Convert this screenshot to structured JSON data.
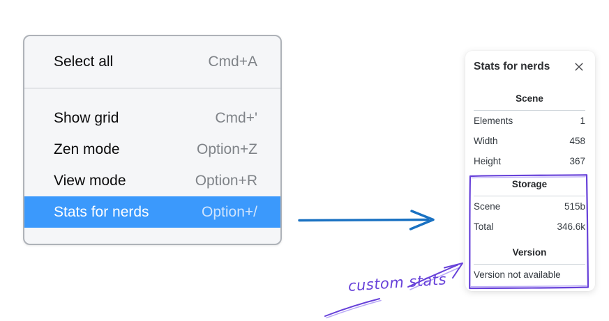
{
  "menu": {
    "select_all": {
      "label": "Select all",
      "shortcut": "Cmd+A"
    },
    "show_grid": {
      "label": "Show grid",
      "shortcut": "Cmd+'"
    },
    "zen_mode": {
      "label": "Zen mode",
      "shortcut": "Option+Z"
    },
    "view_mode": {
      "label": "View mode",
      "shortcut": "Option+R"
    },
    "stats_for_nerds": {
      "label": "Stats for nerds",
      "shortcut": "Option+/"
    }
  },
  "panel": {
    "title": "Stats for nerds",
    "scene": {
      "heading": "Scene",
      "elements": {
        "label": "Elements",
        "value": "1"
      },
      "width": {
        "label": "Width",
        "value": "458"
      },
      "height": {
        "label": "Height",
        "value": "367"
      }
    },
    "storage": {
      "heading": "Storage",
      "scene": {
        "label": "Scene",
        "value": "515b"
      },
      "total": {
        "label": "Total",
        "value": "346.6k"
      }
    },
    "version": {
      "heading": "Version",
      "note": "Version not available"
    }
  },
  "annotations": {
    "custom_stats": "custom stats"
  },
  "colors": {
    "menu_highlight": "#3b99fc",
    "arrow_blue": "#1971c2",
    "annotation_violet": "#6741d9"
  }
}
